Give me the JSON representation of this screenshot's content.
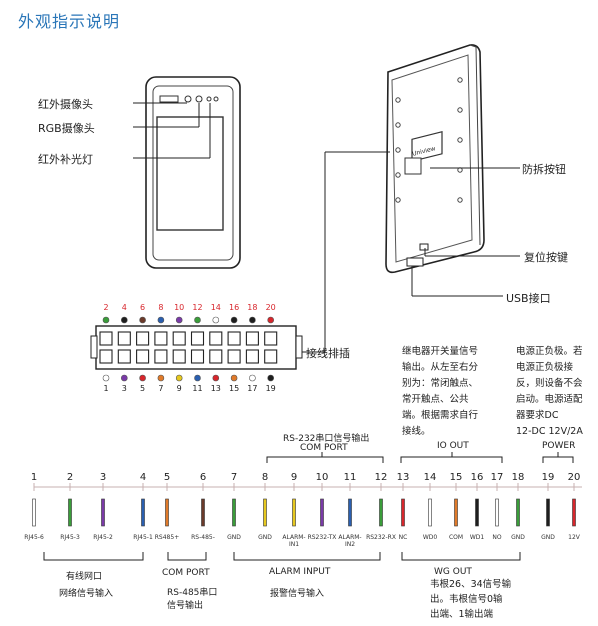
{
  "title": "外观指示说明",
  "front_labels": {
    "ir_camera": "红外摄像头",
    "rgb_camera": "RGB摄像头",
    "ir_light": "红外补光灯"
  },
  "back_labels": {
    "tamper": "防拆按钮",
    "reset": "复位按键",
    "usb": "USB接口",
    "wiring": "接线排插"
  },
  "back_plate_text": "Uniview",
  "connector": {
    "top_numbers": [
      "2",
      "4",
      "6",
      "8",
      "10",
      "12",
      "14",
      "16",
      "18",
      "20"
    ],
    "bottom_numbers": [
      "1",
      "3",
      "5",
      "7",
      "9",
      "11",
      "13",
      "15",
      "17",
      "19"
    ],
    "top_colors": [
      "#3a9d3a",
      "#1e1e1e",
      "#6b3a2a",
      "#2a5fb0",
      "#7a3aa8",
      "#3a9d3a",
      "#ffffff",
      "#1e1e1e",
      "#1e1e1e",
      "#d8262c"
    ],
    "bottom_colors": [
      "#ffffff",
      "#7a3aa8",
      "#d8262c",
      "#e07a2a",
      "#e6c81e",
      "#2a5fb0",
      "#d8262c",
      "#e07a2a",
      "#ffffff",
      "#1e1e1e"
    ]
  },
  "notes": {
    "relay": [
      "继电器开关量信号",
      "输出。从左至右分",
      "别为：常闭触点、",
      "常开触点、公共",
      "端。根据需求自行",
      "接线。"
    ],
    "power": [
      "电源正负极。若",
      "电源正负极接",
      "反，则设备不会",
      "启动。电源适配",
      "器要求DC",
      "12-DC 12V/2A"
    ]
  },
  "group_headers": {
    "rs232_cn": "RS-232串口信号输出",
    "rs232_en": "COM PORT",
    "io_out": "IO OUT",
    "power": "POWER"
  },
  "pins": [
    {
      "num": "1",
      "label": "RJ45-6",
      "color": "#ffffff"
    },
    {
      "num": "2",
      "label": "RJ45-3",
      "color": "#3a9d3a"
    },
    {
      "num": "3",
      "label": "RJ45-2",
      "color": "#7a3aa8"
    },
    {
      "num": "4",
      "label": "RJ45-1",
      "color": "#2a5fb0"
    },
    {
      "num": "5",
      "label": "RS485+",
      "color": "#e07a2a"
    },
    {
      "num": "6",
      "label": "RS-485-",
      "color": "#6b3a2a"
    },
    {
      "num": "7",
      "label": "GND",
      "color": "#3a9d3a"
    },
    {
      "num": "8",
      "label": "GND",
      "color": "#e6c81e"
    },
    {
      "num": "9",
      "label": "ALARM-IN1",
      "color": "#e6c81e"
    },
    {
      "num": "10",
      "label": "RS232-TX",
      "color": "#7a3aa8"
    },
    {
      "num": "11",
      "label": "ALARM-IN2",
      "color": "#2a5fb0"
    },
    {
      "num": "12",
      "label": "RS232-RX",
      "color": "#3a9d3a"
    },
    {
      "num": "13",
      "label": "NC",
      "color": "#d8262c"
    },
    {
      "num": "14",
      "label": "WD0",
      "color": "#ffffff"
    },
    {
      "num": "15",
      "label": "COM",
      "color": "#e07a2a"
    },
    {
      "num": "16",
      "label": "WD1",
      "color": "#1e1e1e"
    },
    {
      "num": "17",
      "label": "NO",
      "color": "#ffffff"
    },
    {
      "num": "18",
      "label": "GND",
      "color": "#3a9d3a"
    },
    {
      "num": "19",
      "label": "GND",
      "color": "#1e1e1e"
    },
    {
      "num": "20",
      "label": "12V",
      "color": "#d8262c"
    }
  ],
  "bottom_groups": {
    "network_1": "有线网口",
    "network_2": "网络信号输入",
    "com_port": "COM PORT",
    "rs485_1": "RS-485串口",
    "rs485_2": "信号输出",
    "alarm_input": "ALARM INPUT",
    "alarm_cn": "报警信号输入",
    "wg_out": "WG OUT",
    "wg_note": [
      "韦根26、34信号输",
      "出。韦根信号0输",
      "出端、1输出端"
    ]
  }
}
